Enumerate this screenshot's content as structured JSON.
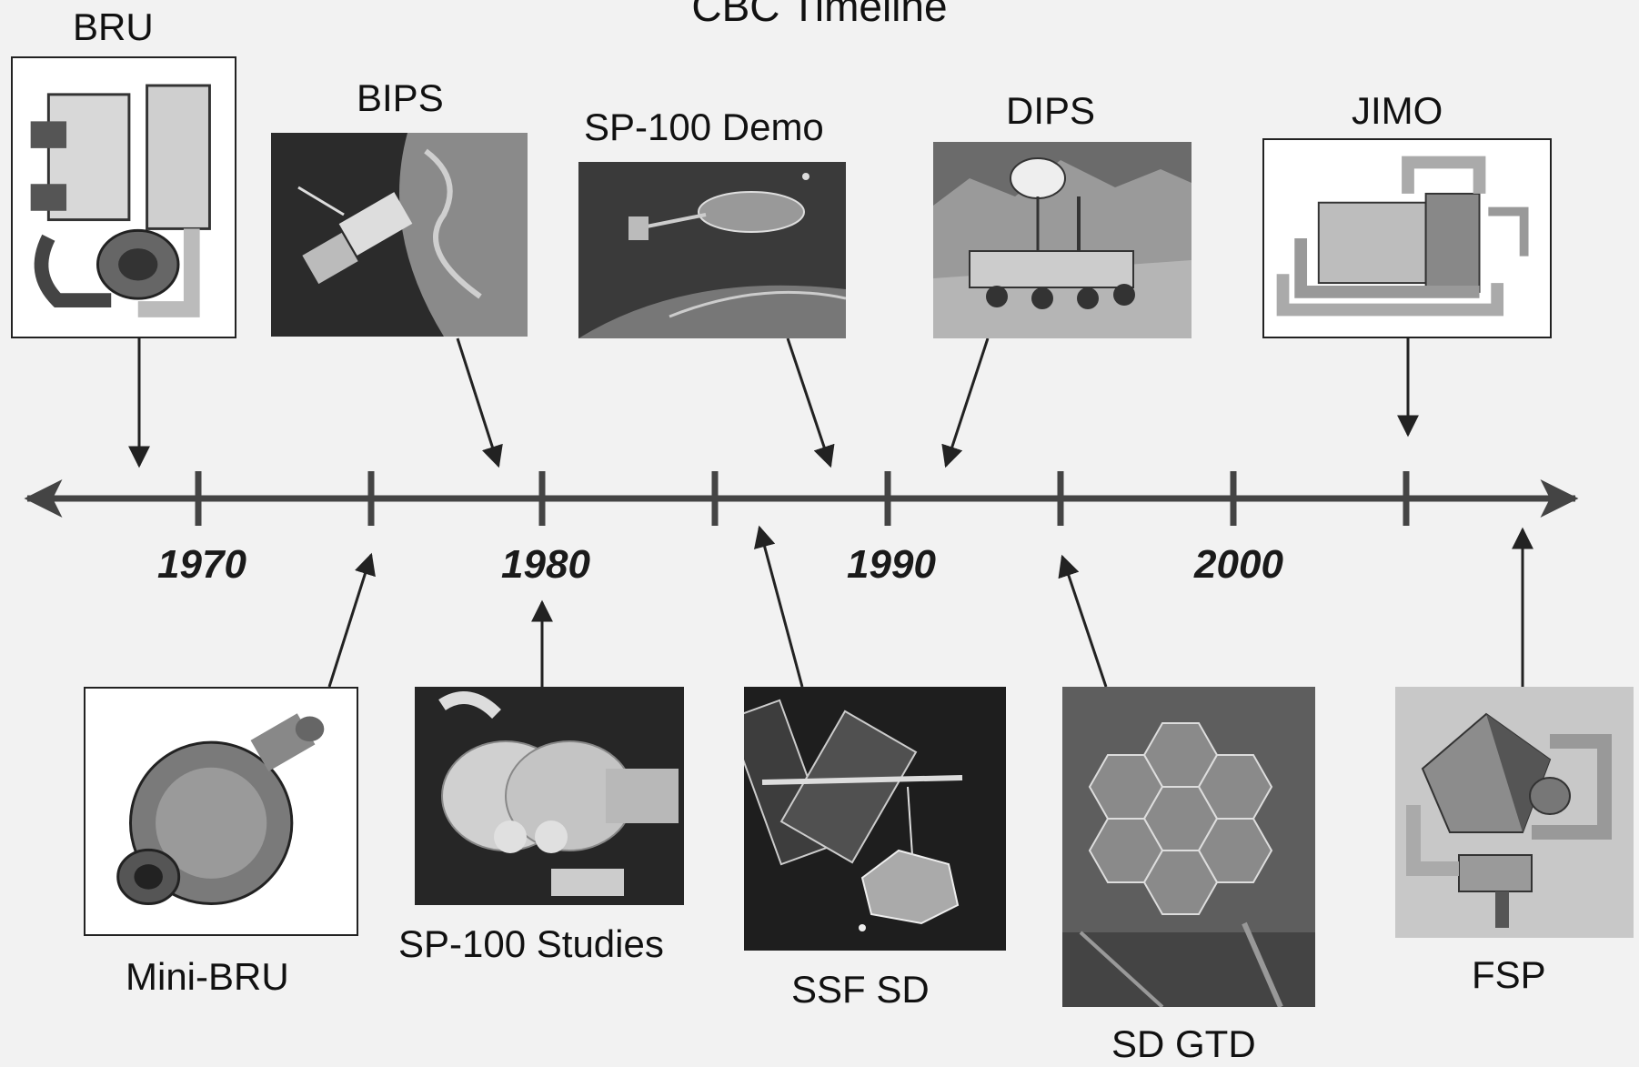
{
  "title": "CBC Timeline",
  "years": [
    "1970",
    "1980",
    "1990",
    "2000"
  ],
  "items": {
    "bru": "BRU",
    "bips": "BIPS",
    "sp100_demo": "SP-100 Demo",
    "dips": "DIPS",
    "jimo": "JIMO",
    "mini_bru": "Mini-BRU",
    "sp100_studies": "SP-100 Studies",
    "ssf_sd": "SSF SD",
    "sd_gtd": "SD GTD",
    "fsp": "FSP"
  }
}
